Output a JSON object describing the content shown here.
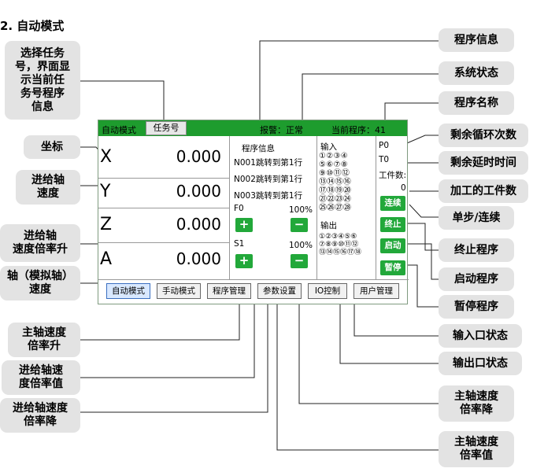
{
  "heading": "2. 自动模式",
  "callouts": {
    "select_task": [
      "选择任务",
      "号，界面显",
      "示当前任",
      "务号程序",
      "信息"
    ],
    "coord": [
      "坐标"
    ],
    "feed_speed": [
      "进给轴",
      "速度"
    ],
    "feed_rate_up": [
      "进给轴",
      "速度倍率升"
    ],
    "spindle_speed": [
      "轴（模拟轴）",
      "速度"
    ],
    "spindle_rate_up": [
      "主轴速度",
      "倍率升"
    ],
    "feed_rate_val": [
      "进给轴速",
      "度倍率值"
    ],
    "feed_rate_down": [
      "进给轴速度",
      "倍率降"
    ],
    "program_info": [
      "程序信息"
    ],
    "system_status": [
      "系统状态"
    ],
    "program_name": [
      "程序名称"
    ],
    "remaining_loops": [
      "剩余循环次数"
    ],
    "remaining_delay": [
      "剩余延时时间"
    ],
    "work_count": [
      "加工的工件数"
    ],
    "step_continue": [
      "单步/连续"
    ],
    "stop_program": [
      "终止程序"
    ],
    "start_program": [
      "启动程序"
    ],
    "pause_program": [
      "暂停程序"
    ],
    "input_status": [
      "输入口状态"
    ],
    "output_status": [
      "输出口状态"
    ],
    "spindle_rate_down": [
      "主轴速度",
      "倍率降"
    ],
    "spindle_rate_val": [
      "主轴速度",
      "倍率值"
    ]
  },
  "screen": {
    "mode_label": "自动模式",
    "task_button": "任务号",
    "alarm": "报警：正常",
    "current_program": "当前程序：41",
    "axes": [
      {
        "name": "X",
        "value": "0.000"
      },
      {
        "name": "Y",
        "value": "0.000"
      },
      {
        "name": "Z",
        "value": "0.000"
      },
      {
        "name": "A",
        "value": "0.000"
      }
    ],
    "program_info_title": "程序信息",
    "program_lines": [
      "N001跳转到第1行",
      "N002跳转到第1行",
      "N003跳转到第1行"
    ],
    "feed_label": "F0",
    "feed_rate": "100%",
    "spindle_label": "S1",
    "spindle_rate": "100%",
    "plus": "+",
    "minus": "−",
    "input_title": "输入",
    "input_rows": [
      "①②③④",
      "⑤⑥⑦⑧",
      "⑨⑩⑪⑫",
      "⑬⑭⑮⑯",
      "⑰⑱⑲⑳",
      "㉑㉒㉓㉔",
      "㉕㉖㉗㉘"
    ],
    "output_title": "输出",
    "output_rows": [
      "①②③④⑤⑥",
      "⑦⑧⑨⑩⑪⑫",
      "⑬⑭⑮⑯⑰⑱"
    ],
    "loops": "P0",
    "delay": "T0",
    "work_count_label": "工件数:",
    "work_count": "0",
    "btn_continue": "连续",
    "btn_stop": "终止",
    "btn_start": "启动",
    "btn_pause": "暂停",
    "nav": [
      "自动模式",
      "手动模式",
      "程序管理",
      "参数设置",
      "IO控制",
      "用户管理"
    ]
  },
  "colors": {
    "accent_green": "#22a83a",
    "topbar_green": "#1e9c2e",
    "callout_bg": "#e3e3e3"
  }
}
